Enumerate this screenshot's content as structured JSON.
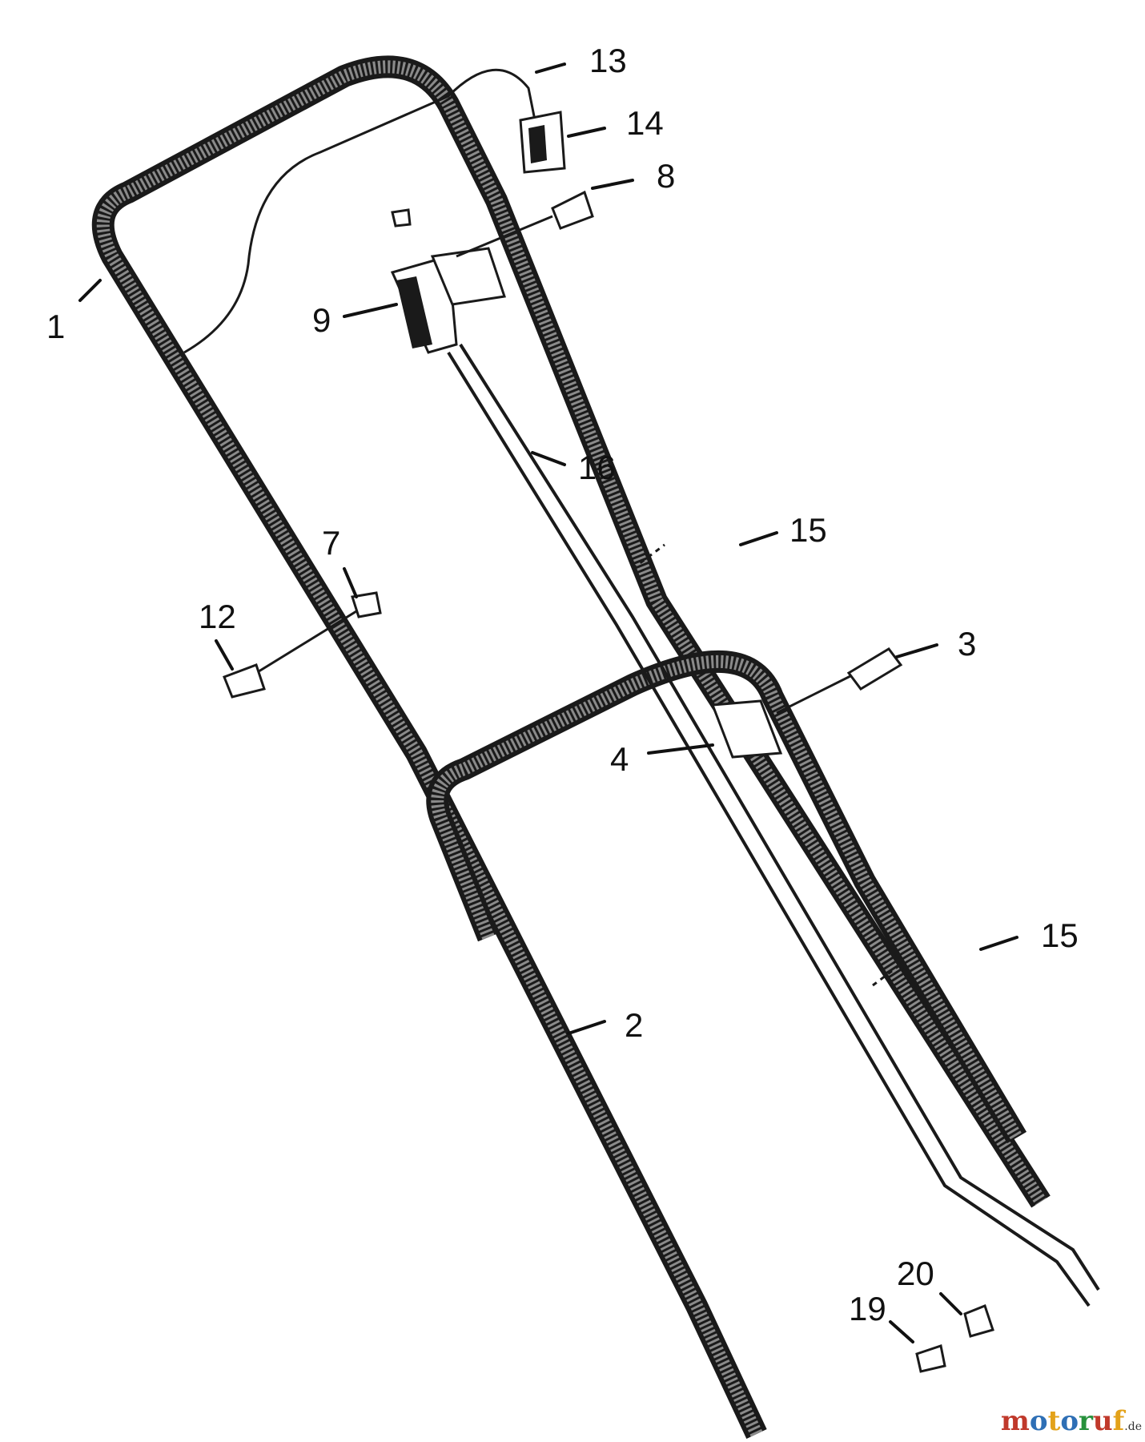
{
  "diagram": {
    "parts": [
      {
        "id": "1",
        "label": "1"
      },
      {
        "id": "2",
        "label": "2"
      },
      {
        "id": "3",
        "label": "3"
      },
      {
        "id": "4",
        "label": "4"
      },
      {
        "id": "7",
        "label": "7"
      },
      {
        "id": "8",
        "label": "8"
      },
      {
        "id": "9",
        "label": "9"
      },
      {
        "id": "12",
        "label": "12"
      },
      {
        "id": "13",
        "label": "13"
      },
      {
        "id": "14",
        "label": "14"
      },
      {
        "id": "15a",
        "label": "15"
      },
      {
        "id": "15b",
        "label": "15"
      },
      {
        "id": "16",
        "label": "16"
      },
      {
        "id": "19",
        "label": "19"
      },
      {
        "id": "20",
        "label": "20"
      }
    ]
  },
  "watermark": {
    "letters": [
      "m",
      "o",
      "t",
      "o",
      "r",
      "u",
      "f"
    ],
    "colors": [
      "#c0392b",
      "#2e6fb5",
      "#e3a21a",
      "#2e6fb5",
      "#27913c",
      "#c0392b",
      "#e3a21a"
    ],
    "suffix": ".de"
  }
}
